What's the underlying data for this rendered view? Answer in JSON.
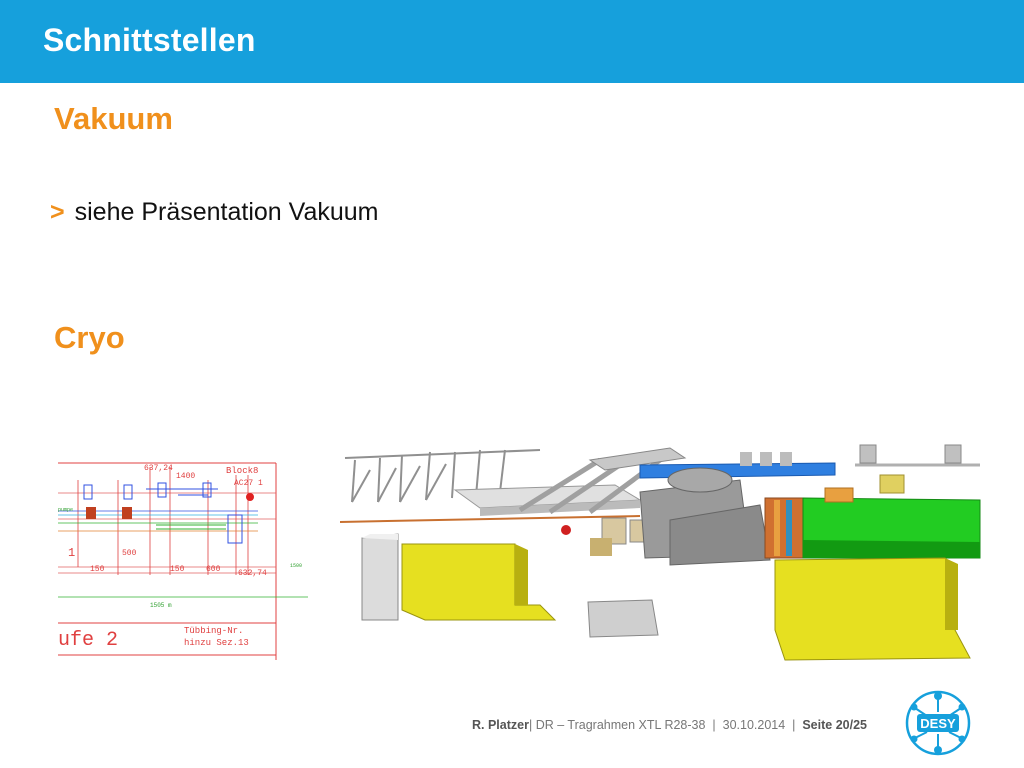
{
  "header": {
    "title": "Schnittstellen"
  },
  "sections": {
    "vakuum": {
      "heading": "Vakuum",
      "bullet_marker": ">",
      "bullet_text": "siehe Präsentation Vakuum"
    },
    "cryo": {
      "heading": "Cryo"
    }
  },
  "drawing": {
    "dim_top": "637,24",
    "dim_1400": "1400",
    "block_label": "Block8",
    "block_sub": "AC27 1",
    "dim_500": "500",
    "dim_150a": "150",
    "dim_150b": "150",
    "dim_600": "600",
    "dim_632": "632,74",
    "dim_1505": "1505 m",
    "dim_1500": "1500",
    "stage_text": "ufe 2",
    "note_line1": "Tübbing-Nr.",
    "note_line2": "hinzu Sez.13",
    "left_num": "1",
    "pumpe": "pumpe"
  },
  "footer": {
    "author": "R. Platzer",
    "separator": "|",
    "doc_title": "DR – Tragrahmen XTL R28-38",
    "date": "30.10.2014",
    "page": "Seite 20/25"
  },
  "logo": {
    "text": "DESY"
  },
  "colors": {
    "header_blue": "#16a0dc",
    "accent_orange": "#f0901c",
    "cad_yellow": "#e6e020",
    "cad_green": "#22cc22",
    "cad_blue": "#2f7fe0"
  }
}
